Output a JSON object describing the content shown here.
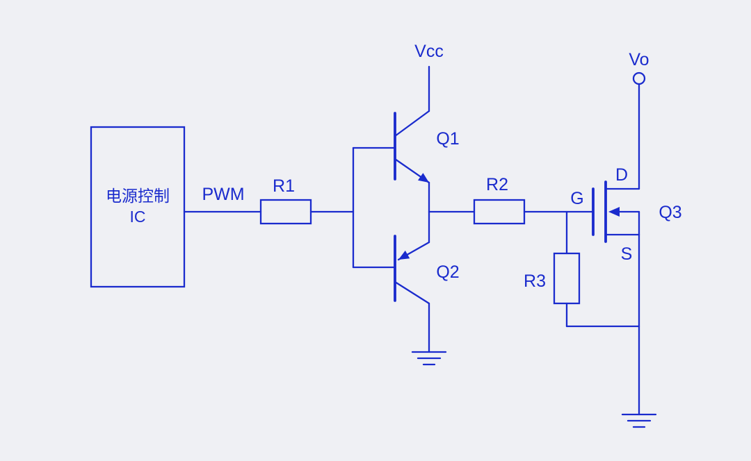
{
  "diagram": {
    "type": "circuit-schematic",
    "colors": {
      "line": "#1a2bcd",
      "background": "#eff0f4"
    },
    "ic_box": {
      "line1": "电源控制",
      "line2": "IC"
    },
    "labels": {
      "pwm": "PWM",
      "vcc": "Vcc",
      "vo": "Vo",
      "r1": "R1",
      "r2": "R2",
      "r3": "R3",
      "q1": "Q1",
      "q2": "Q2",
      "q3": "Q3",
      "gate": "G",
      "drain": "D",
      "source": "S"
    },
    "components": [
      {
        "id": "U1",
        "kind": "ic-box",
        "label": "电源控制 IC"
      },
      {
        "id": "R1",
        "kind": "resistor"
      },
      {
        "id": "R2",
        "kind": "resistor"
      },
      {
        "id": "R3",
        "kind": "resistor"
      },
      {
        "id": "Q1",
        "kind": "npn-transistor"
      },
      {
        "id": "Q2",
        "kind": "pnp-transistor"
      },
      {
        "id": "Q3",
        "kind": "n-channel-mosfet"
      },
      {
        "id": "Vcc",
        "kind": "supply-rail"
      },
      {
        "id": "Vo",
        "kind": "output-terminal"
      },
      {
        "id": "GND",
        "kind": "ground-symbol",
        "count": 2
      }
    ]
  }
}
